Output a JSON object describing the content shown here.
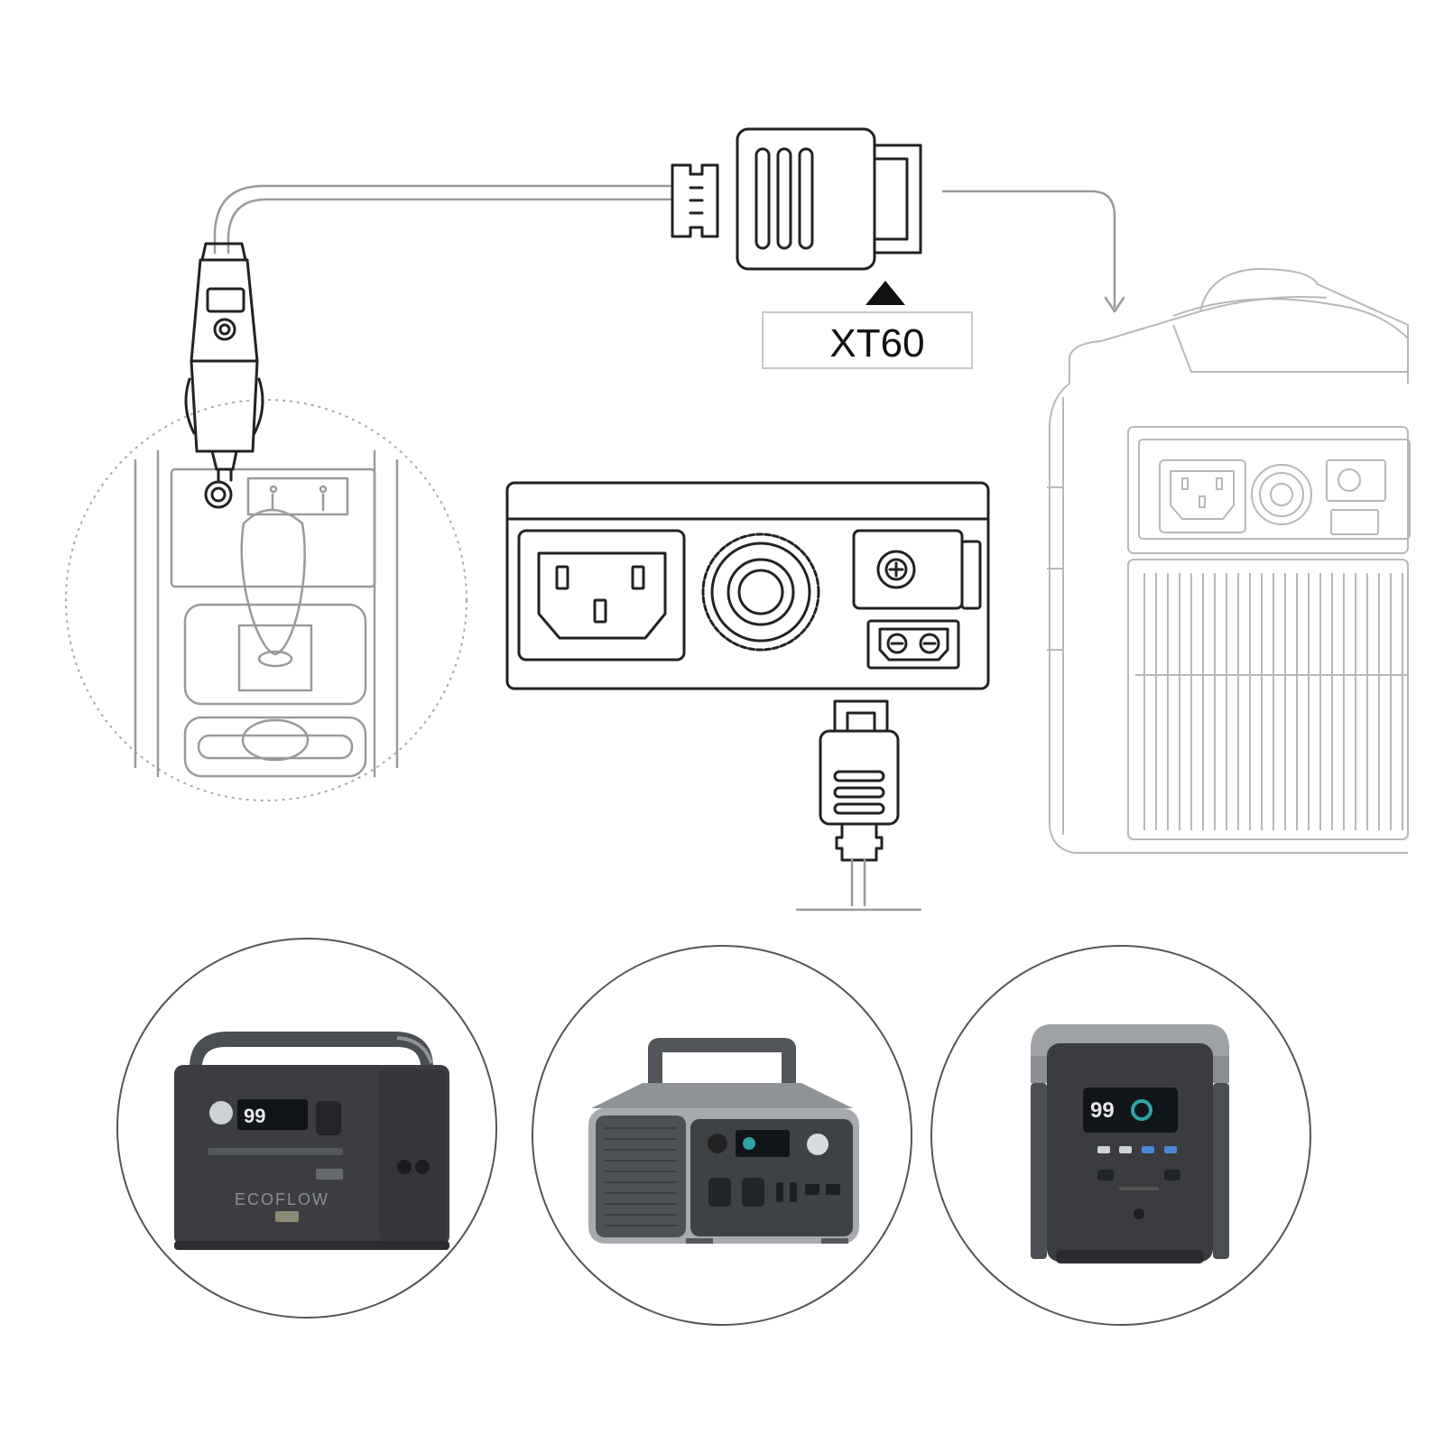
{
  "connector_label": "XT60",
  "colors": {
    "line": "#222222",
    "light_line": "#9a9a9a",
    "station_dark": "#3b3d40",
    "station_grey": "#8f9398",
    "screen": "#111418",
    "background": "#ffffff"
  },
  "products": [
    {
      "name": "compatible-power-station-1",
      "brand_text": "ECOFLOW",
      "screen_text": "99"
    },
    {
      "name": "compatible-power-station-2",
      "screen_text": ""
    },
    {
      "name": "compatible-power-station-3",
      "screen_text": "99"
    }
  ]
}
